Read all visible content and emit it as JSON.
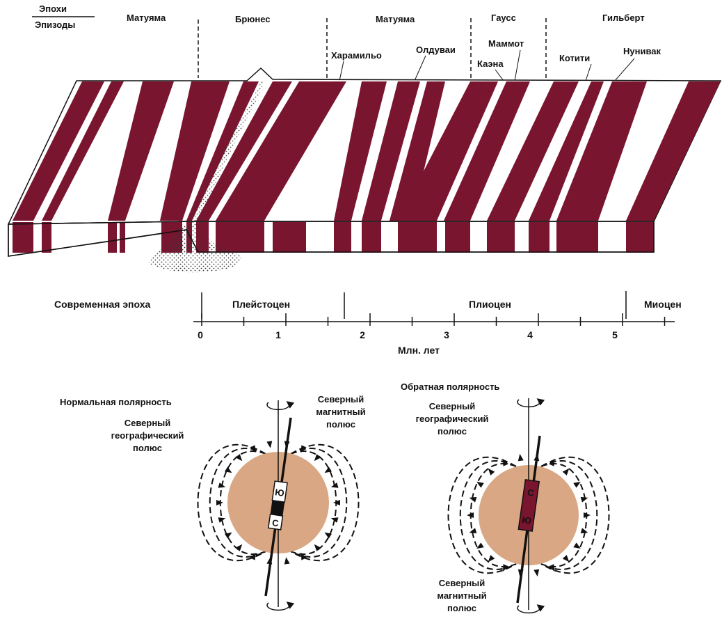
{
  "colors": {
    "reversed_band": "#7a1530",
    "normal_band": "#ffffff",
    "earth": "#d9a783",
    "magnet_normal_top": "#111111",
    "magnet_reverse": "#7a1530",
    "ink": "#111111"
  },
  "header": {
    "epochs_label": "Эпохи",
    "episodes_label": "Эпизоды",
    "epochs": [
      "Матуяма",
      "Брюнес",
      "Матуяма",
      "Гаусс",
      "Гильберт"
    ],
    "episodes": [
      "Харамильо",
      "Олдуваи",
      "Маммот",
      "Каэна",
      "Котити",
      "Нунивак"
    ]
  },
  "timescale": {
    "periods": [
      "Современная эпоха",
      "Плейстоцен",
      "Плиоцен",
      "Миоцен"
    ],
    "ticks": [
      "0",
      "1",
      "2",
      "3",
      "4",
      "5"
    ],
    "unit_label": "Млн. лет"
  },
  "normal_polarity": {
    "title": "Нормальная полярность",
    "geo_pole_label": [
      "Северный",
      "географический",
      "полюс"
    ],
    "mag_pole_label": [
      "Северный",
      "магнитный",
      "полюс"
    ],
    "magnet_top": "Ю",
    "magnet_bottom": "С"
  },
  "reverse_polarity": {
    "title": "Обратная полярность",
    "geo_pole_label": [
      "Северный",
      "географический",
      "полюс"
    ],
    "mag_pole_label": [
      "Северный",
      "магнитный",
      "полюс"
    ],
    "magnet_top": "С",
    "magnet_bottom": "Ю"
  }
}
